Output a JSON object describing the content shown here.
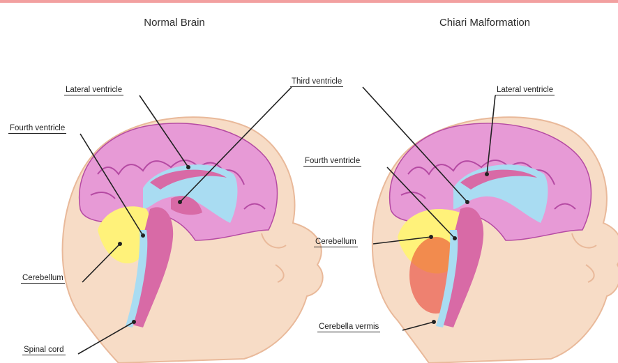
{
  "titles": {
    "normal": "Normal Brain",
    "chiari": "Chiari Malformation"
  },
  "labels": {
    "normal_lateral_ventricle": "Lateral ventricle",
    "normal_fourth_ventricle": "Fourth ventricle",
    "third_ventricle": "Third ventricle",
    "normal_cerebellum": "Cerebellum",
    "normal_spinal_cord": "Spinal cord",
    "chiari_lateral_ventricle": "Lateral ventricle",
    "chiari_fourth_ventricle": "Fourth ventricle",
    "chiari_cerebellum": "Cerebellum",
    "chiari_cerebella_vermis": "Cerebella vermis"
  },
  "colors": {
    "top_bar": "#f2a0a0",
    "skin": "#f7dcc6",
    "skin_outline": "#e9b99a",
    "brain": "#e79ad6",
    "brain_dark": "#b54aa3",
    "ventricle": "#a9dcf2",
    "cerebellum": "#fff27a",
    "brainstem": "#d86aa6",
    "herniation": "#e8362a",
    "line": "#222222"
  }
}
